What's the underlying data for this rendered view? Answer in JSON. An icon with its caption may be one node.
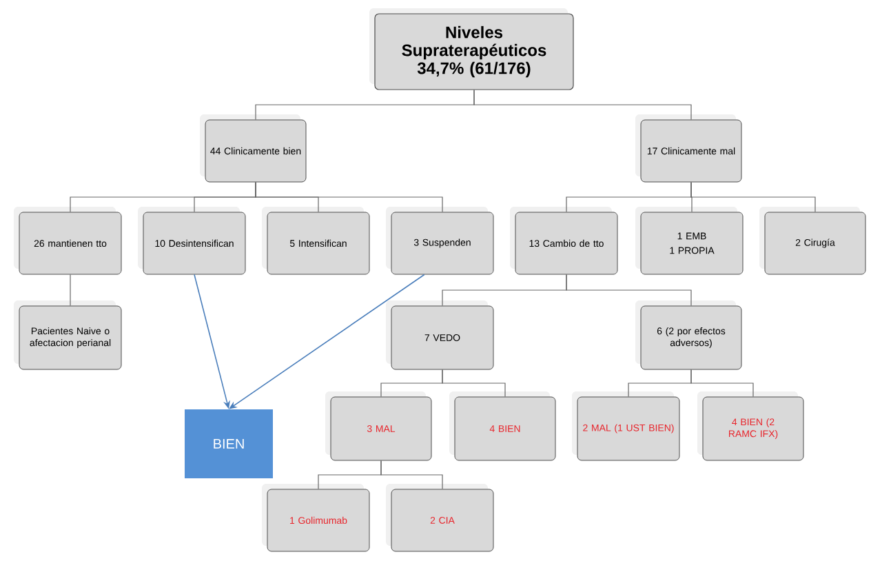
{
  "diagram": {
    "nodes": [
      {
        "text": [
          "Niveles Supraterapéuticos 34,7% (61/176)"
        ]
      },
      {
        "text": [
          "44 Clinicamente bien"
        ]
      },
      {
        "text": [
          "17 Clinicamente mal"
        ]
      },
      {
        "text": [
          "26 mantienen tto"
        ]
      },
      {
        "text": [
          "10 Desintensifican"
        ]
      },
      {
        "text": [
          "5 Intensifican"
        ]
      },
      {
        "text": [
          "3 Suspenden"
        ]
      },
      {
        "text": [
          "13 Cambio de tto"
        ]
      },
      {
        "text": [
          "1 EMB",
          "1 PROPIA"
        ]
      },
      {
        "text": [
          "2 Cirugía"
        ]
      },
      {
        "text": [
          "Pacientes Naive o afectacion perianal"
        ]
      },
      {
        "text": [
          "7 VEDO"
        ]
      },
      {
        "text": [
          "6 (2 por efectos adversos)"
        ]
      },
      {
        "text": [
          "BIEN"
        ]
      },
      {
        "text": [
          "3 MAL"
        ]
      },
      {
        "text": [
          "4 BIEN"
        ]
      },
      {
        "text": [
          "2 MAL (1 UST BIEN)"
        ]
      },
      {
        "text": [
          "4 BIEN (2 RAMC IFX)"
        ]
      },
      {
        "text": [
          "1 Golimumab"
        ]
      },
      {
        "text": [
          "2 CIA"
        ]
      }
    ],
    "edges": [
      {
        "from": 0,
        "to": 1,
        "arrow": "none"
      },
      {
        "from": 0,
        "to": 2,
        "arrow": "none"
      },
      {
        "from": 1,
        "to": 3,
        "arrow": "none"
      },
      {
        "from": 1,
        "to": 4,
        "arrow": "none"
      },
      {
        "from": 1,
        "to": 5,
        "arrow": "none"
      },
      {
        "from": 1,
        "to": 6,
        "arrow": "none"
      },
      {
        "from": 2,
        "to": 7,
        "arrow": "none"
      },
      {
        "from": 2,
        "to": 8,
        "arrow": "none"
      },
      {
        "from": 2,
        "to": 9,
        "arrow": "none"
      },
      {
        "from": 3,
        "to": 10,
        "arrow": "none"
      },
      {
        "from": 7,
        "to": 11,
        "arrow": "none"
      },
      {
        "from": 7,
        "to": 12,
        "arrow": "none"
      },
      {
        "from": 11,
        "to": 14,
        "arrow": "none"
      },
      {
        "from": 11,
        "to": 15,
        "arrow": "none"
      },
      {
        "from": 12,
        "to": 16,
        "arrow": "none"
      },
      {
        "from": 12,
        "to": 17,
        "arrow": "none"
      },
      {
        "from": 14,
        "to": 18,
        "arrow": "none"
      },
      {
        "from": 14,
        "to": 19,
        "arrow": "none"
      },
      {
        "from": 4,
        "to": 13,
        "arrow": "to",
        "color": "#4a7ebb"
      },
      {
        "from": 6,
        "to": 13,
        "arrow": "to",
        "color": "#4a7ebb"
      }
    ]
  }
}
